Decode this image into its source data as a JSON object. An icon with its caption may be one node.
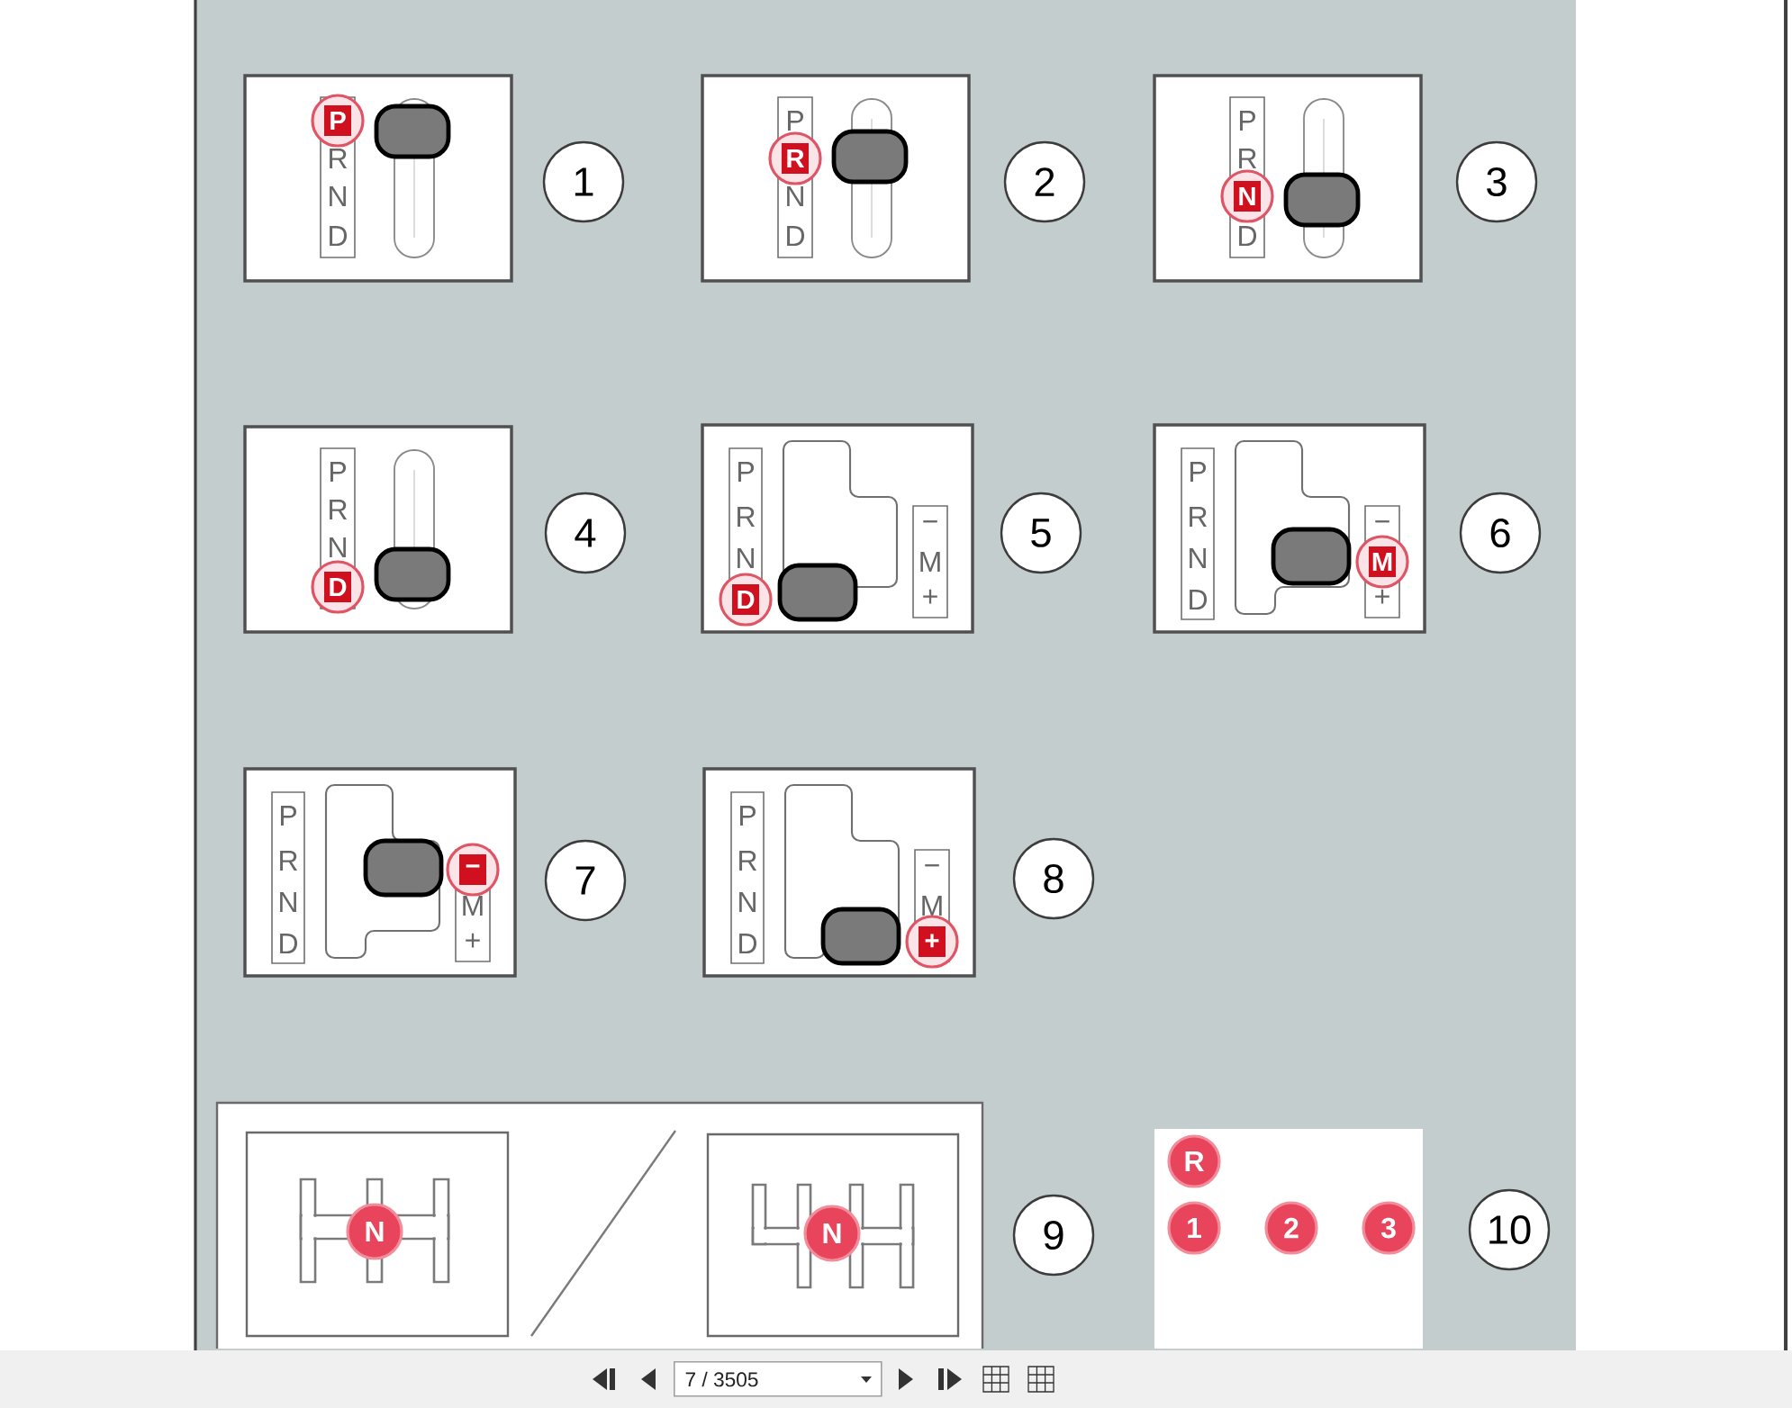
{
  "diagram": {
    "nodes": [
      {
        "text": [
          "R",
          "N",
          "D"
        ]
      },
      {
        "text": [
          "P"
        ],
        "in": 0
      },
      {
        "text": [
          "1"
        ]
      },
      {
        "text": [
          "P",
          "N",
          "D"
        ]
      },
      {
        "text": [
          "R"
        ],
        "in": 3
      },
      {
        "text": [
          "2"
        ]
      },
      {
        "text": [
          "P",
          "R",
          "D"
        ]
      },
      {
        "text": [
          "N"
        ],
        "in": 6
      },
      {
        "text": [
          "3"
        ]
      },
      {
        "text": [
          "P",
          "R",
          "N"
        ]
      },
      {
        "text": [
          "D"
        ],
        "in": 9
      },
      {
        "text": [
          "4"
        ]
      },
      {
        "text": [
          "P",
          "R",
          "N",
          "−",
          "M",
          "+"
        ]
      },
      {
        "text": [
          "D"
        ],
        "in": 12
      },
      {
        "text": [
          "5"
        ]
      },
      {
        "text": [
          "P",
          "R",
          "N",
          "D",
          "−",
          "+"
        ]
      },
      {
        "text": [
          "M"
        ],
        "in": 15
      },
      {
        "text": [
          "6"
        ]
      },
      {
        "text": [
          "P",
          "R",
          "N",
          "D",
          "M",
          "+"
        ]
      },
      {
        "text": [
          "−"
        ],
        "in": 18
      },
      {
        "text": [
          "7"
        ]
      },
      {
        "text": [
          "P",
          "R",
          "N",
          "D",
          "−",
          "M"
        ]
      },
      {
        "text": [
          "+"
        ],
        "in": 21
      },
      {
        "text": [
          "8"
        ]
      },
      {
        "text": [],
        "shape": "box"
      },
      {
        "text": [],
        "shape": "box",
        "in": 24
      },
      {
        "text": [
          "N"
        ],
        "in": 25
      },
      {
        "text": [],
        "shape": "box",
        "in": 24
      },
      {
        "text": [
          "N"
        ],
        "in": 27
      },
      {
        "text": [
          "9"
        ]
      },
      {
        "text": [],
        "shape": "box"
      },
      {
        "text": [
          "R"
        ],
        "in": 30
      },
      {
        "text": [
          "1"
        ],
        "in": 30
      },
      {
        "text": [
          "2"
        ],
        "in": 30
      },
      {
        "text": [
          "3"
        ],
        "in": 30
      },
      {
        "text": [
          "10"
        ]
      }
    ],
    "labels": [
      "7 / 3505"
    ]
  }
}
